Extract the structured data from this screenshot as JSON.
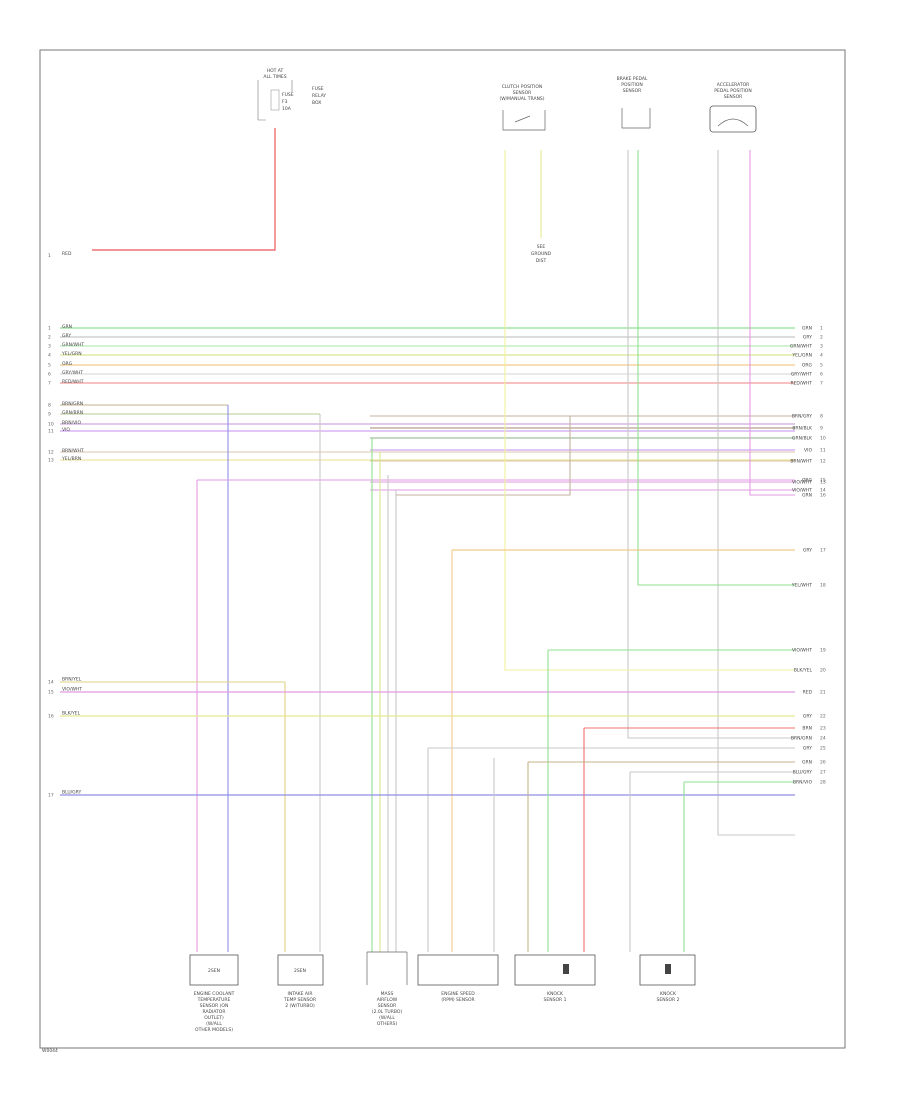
{
  "diagram": {
    "code": "W0044",
    "fuse": {
      "title": [
        "HOT AT",
        "ALL TIMES"
      ],
      "detail": [
        "FUSE",
        "F3",
        "10A"
      ],
      "notes": [
        "FUSE",
        "RELAY",
        "BOX"
      ],
      "wire": "RED"
    },
    "top_components": [
      {
        "id": "c1",
        "lines": [
          "CLUTCH POSITION",
          "SENSOR",
          "(W/MANUAL TRANS)"
        ],
        "sub": [
          "SEE",
          "GROUND",
          "DIST"
        ]
      },
      {
        "id": "c2",
        "lines": [
          "BRAKE PEDAL",
          "POSITION",
          "SENSOR"
        ]
      },
      {
        "id": "c3",
        "lines": [
          "ACCELERATOR",
          "PEDAL POSITION",
          "SENSOR"
        ]
      }
    ],
    "left_wires": [
      {
        "n": "1",
        "label": "GRN"
      },
      {
        "n": "2",
        "label": "GRY"
      },
      {
        "n": "3",
        "label": "GRN/WHT"
      },
      {
        "n": "4",
        "label": "YEL/GRN"
      },
      {
        "n": "5",
        "label": "ORG"
      },
      {
        "n": "6",
        "label": "GRY/WHT"
      },
      {
        "n": "7",
        "label": "RED/WHT"
      },
      {
        "n": "8",
        "label": "BRN/GRN"
      },
      {
        "n": "9",
        "label": "GRN/BRN"
      },
      {
        "n": "10",
        "label": "BRN/VIO"
      },
      {
        "n": "11",
        "label": "VIO"
      },
      {
        "n": "12",
        "label": "BRN/WHT"
      },
      {
        "n": "13",
        "label": "YEL/BRN"
      }
    ],
    "right_wires": [
      {
        "n": "1",
        "label": "GRN"
      },
      {
        "n": "2",
        "label": "GRY"
      },
      {
        "n": "3",
        "label": "GRN/WHT"
      },
      {
        "n": "4",
        "label": "YEL/GRN"
      },
      {
        "n": "5",
        "label": "ORG"
      },
      {
        "n": "6",
        "label": "GRY/WHT"
      },
      {
        "n": "7",
        "label": "RED/WHT"
      },
      {
        "n": "8",
        "label": "BRN/GRY"
      },
      {
        "n": "9",
        "label": "BRN/BLK"
      },
      {
        "n": "10",
        "label": "GRN/BLK"
      },
      {
        "n": "11",
        "label": "VIO"
      },
      {
        "n": "12",
        "label": "BRN/WHT"
      },
      {
        "n": "13",
        "label": "VIO/WHT"
      },
      {
        "n": "14",
        "label": "VIO/WHT"
      },
      {
        "n": "15",
        "label": "ORG"
      },
      {
        "n": "16",
        "label": "GRN"
      },
      {
        "n": "17",
        "label": "GRY"
      },
      {
        "n": "18",
        "label": "YEL/WHT"
      },
      {
        "n": "19",
        "label": "VIO/WHT"
      },
      {
        "n": "20",
        "label": "BLK/YEL"
      },
      {
        "n": "21",
        "label": "RED"
      },
      {
        "n": "22",
        "label": "GRY"
      },
      {
        "n": "23",
        "label": "BRN"
      },
      {
        "n": "24",
        "label": "BRN/GRN"
      },
      {
        "n": "25",
        "label": "GRY"
      },
      {
        "n": "26",
        "label": "GRN"
      },
      {
        "n": "27",
        "label": "BLU/GRY"
      },
      {
        "n": "28",
        "label": "BRN/VIO"
      }
    ],
    "lower_left_wires": [
      {
        "n": "14",
        "label": "BRN/YEL"
      },
      {
        "n": "15",
        "label": "VIO/WHT"
      },
      {
        "n": "16",
        "label": "BLK/YEL"
      },
      {
        "n": "17",
        "label": "BLU/GRY"
      }
    ],
    "bottom_components": [
      {
        "id": "b1",
        "box": "2SEN",
        "lines": [
          "ENGINE COOLANT",
          "TEMPERATURE",
          "SENSOR (ON",
          "RADIATOR",
          "OUTLET)",
          "(W/ALL",
          "OTHER MODELS)"
        ]
      },
      {
        "id": "b2",
        "box": "2SEN",
        "lines": [
          "INTAKE AIR",
          "TEMP SENSOR",
          "2 (W/TURBO)"
        ]
      },
      {
        "id": "b3",
        "box": "",
        "lines": [
          "MASS",
          "AIRFLOW",
          "SENSOR",
          "(2.0L TURBO)",
          "(W/ALL",
          "OTHERS)"
        ]
      },
      {
        "id": "b4",
        "box": "",
        "lines": [
          "ENGINE SPEED",
          "(RPM) SENSOR"
        ]
      },
      {
        "id": "b5",
        "box": "",
        "lines": [
          "KNOCK",
          "SENSOR 1"
        ]
      },
      {
        "id": "b6",
        "box": "",
        "lines": [
          "KNOCK",
          "SENSOR 2"
        ]
      }
    ]
  }
}
